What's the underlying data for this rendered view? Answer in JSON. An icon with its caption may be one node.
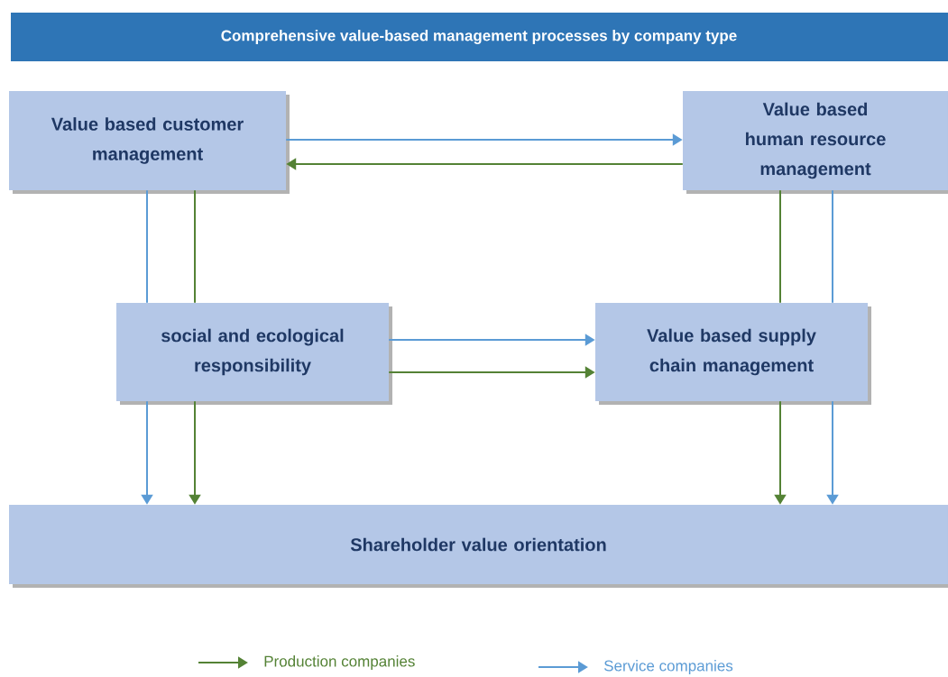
{
  "diagram": {
    "title": "Comprehensive value-based management processes by company type",
    "nodes": [
      {
        "text": [
          "Value based customer management"
        ]
      },
      {
        "text": [
          "Value based human resource management"
        ]
      },
      {
        "text": [
          "social and ecological responsibility"
        ]
      },
      {
        "text": [
          "Value based supply chain management"
        ]
      },
      {
        "text": [
          "Shareholder value orientation"
        ]
      }
    ],
    "edges": [
      {
        "from": 0,
        "to": 1,
        "arrow": "to",
        "color": "#5b9bd5"
      },
      {
        "from": 1,
        "to": 0,
        "arrow": "to",
        "color": "#548235"
      },
      {
        "from": 0,
        "to": 2,
        "arrow": "none",
        "color": "#5b9bd5"
      },
      {
        "from": 0,
        "to": 2,
        "arrow": "none",
        "color": "#548235"
      },
      {
        "from": 1,
        "to": 3,
        "arrow": "none",
        "color": "#548235"
      },
      {
        "from": 1,
        "to": 3,
        "arrow": "none",
        "color": "#5b9bd5"
      },
      {
        "from": 2,
        "to": 3,
        "arrow": "to",
        "color": "#5b9bd5"
      },
      {
        "from": 2,
        "to": 3,
        "arrow": "to",
        "color": "#548235"
      },
      {
        "from": 2,
        "to": 4,
        "arrow": "to",
        "color": "#5b9bd5"
      },
      {
        "from": 2,
        "to": 4,
        "arrow": "to",
        "color": "#548235"
      },
      {
        "from": 3,
        "to": 4,
        "arrow": "to",
        "color": "#548235"
      },
      {
        "from": 3,
        "to": 4,
        "arrow": "to",
        "color": "#5b9bd5"
      }
    ],
    "legend": [
      {
        "text": "Production companies",
        "color": "#548235"
      },
      {
        "text": "Service companies",
        "color": "#5b9bd5"
      }
    ]
  }
}
